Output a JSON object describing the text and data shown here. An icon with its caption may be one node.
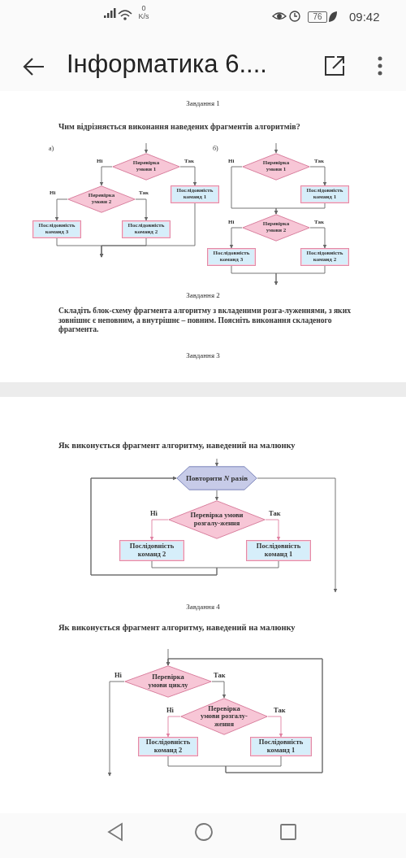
{
  "diagram": {
    "nodes": [
      {
        "text": [
          "Перевірка умови 1"
        ]
      },
      {
        "text": [
          "Перевірка умови 2"
        ]
      },
      {
        "text": [
          "Послідовність команд 1"
        ]
      },
      {
        "text": [
          "Послідовність команд 3"
        ]
      },
      {
        "text": [
          "Послідовність команд 2"
        ]
      },
      {
        "text": [
          "Перевірка умови 1"
        ]
      },
      {
        "text": [
          "Послідовність команд 1"
        ]
      },
      {
        "text": [
          "Перевірка умови 2"
        ]
      },
      {
        "text": [
          "Послідовність команд 3"
        ]
      },
      {
        "text": [
          "Послідовність команд 2"
        ]
      },
      {
        "text": [
          "Повторити *N* разів"
        ]
      },
      {
        "text": [
          "Перевірка умови розгалу-ження"
        ]
      },
      {
        "text": [
          "Послідовність команд 2"
        ]
      },
      {
        "text": [
          "Послідовність команд 1"
        ]
      },
      {
        "text": [
          "Перевірка умови циклу"
        ]
      },
      {
        "text": [
          "Перевірка умови розгалу-ження"
        ]
      },
      {
        "text": [
          "Послідовність команд 2"
        ]
      },
      {
        "text": [
          "Послідовність команд 1"
        ]
      }
    ],
    "edges": [
      {
        "from": null,
        "to": 0,
        "arrow": "to"
      },
      {
        "from": 0,
        "to": 1,
        "arrow": "to",
        "label": "Ні"
      },
      {
        "from": 0,
        "to": 2,
        "arrow": "to",
        "label": "Так"
      },
      {
        "from": 1,
        "to": 3,
        "arrow": "to",
        "label": "Ні"
      },
      {
        "from": 1,
        "to": 4,
        "arrow": "to",
        "label": "Так"
      },
      {
        "from": 3,
        "to": null,
        "arrow": "to"
      },
      {
        "from": 4,
        "to": null,
        "arrow": "to"
      },
      {
        "from": 2,
        "to": null,
        "arrow": "to"
      },
      {
        "from": null,
        "to": 5,
        "arrow": "to"
      },
      {
        "from": 5,
        "to": 6,
        "arrow": "to",
        "label": "Так"
      },
      {
        "from": 5,
        "to": 7,
        "arrow": "to",
        "label": "Ні"
      },
      {
        "from": 6,
        "to": 7,
        "arrow": "to"
      },
      {
        "from": 7,
        "to": 8,
        "arrow": "to",
        "label": "Ні"
      },
      {
        "from": 7,
        "to": 9,
        "arrow": "to",
        "label": "Так"
      },
      {
        "from": 8,
        "to": null,
        "arrow": "to"
      },
      {
        "from": 9,
        "to": null,
        "arrow": "to"
      },
      {
        "from": null,
        "to": 10,
        "arrow": "to"
      },
      {
        "from": 10,
        "to": 11,
        "arrow": "to"
      },
      {
        "from": 11,
        "to": 12,
        "arrow": "to",
        "label": "Ні",
        "color": "#e07fa0"
      },
      {
        "from": 11,
        "to": 13,
        "arrow": "to",
        "label": "Так",
        "color": "#e07fa0"
      },
      {
        "from": 12,
        "to": 10,
        "arrow": "to"
      },
      {
        "from": 13,
        "to": 10,
        "arrow": "to"
      },
      {
        "from": 10,
        "to": null,
        "arrow": "to"
      },
      {
        "from": null,
        "to": 14,
        "arrow": "to"
      },
      {
        "from": 14,
        "to": null,
        "arrow": "to",
        "label": "Ні"
      },
      {
        "from": 14,
        "to": 15,
        "arrow": "to",
        "label": "Так"
      },
      {
        "from": 15,
        "to": 16,
        "arrow": "to",
        "label": "Ні",
        "color": "#e07fa0"
      },
      {
        "from": 15,
        "to": 17,
        "arrow": "to",
        "label": "Так",
        "color": "#e07fa0"
      },
      {
        "from": 16,
        "to": 14,
        "arrow": "to"
      },
      {
        "from": 17,
        "to": 14,
        "arrow": "to"
      }
    ],
    "labels": [
      "0 K/s",
      "76",
      "09:42",
      "Інформатика 6....",
      "Завдання 1",
      "Чим відрізняється виконання наведених фрагментів алгоритмів?",
      "а)",
      "б)",
      "Завдання 2",
      "Складіть блок-схему фрагмента алгоритму з вкладеними розга-луженнями, з яких зовнішнє є неповним, а внутрішнє – повним. Поясніть виконання складеного фрагмента.",
      "Завдання 3",
      "Як виконується фрагмент алгоритму, наведений на малюнку",
      "Завдання 4",
      "Як виконується фрагмент алгоритму, наведений на малюнку"
    ]
  }
}
